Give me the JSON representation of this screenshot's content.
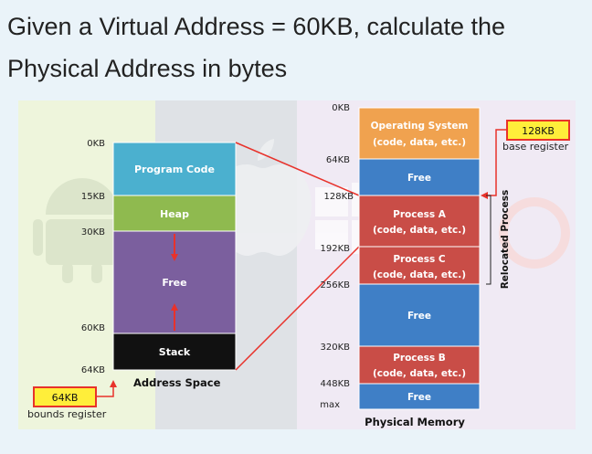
{
  "question": {
    "line1": "Given a Virtual Address = 60KB, calculate the",
    "line2": "Physical Address in bytes"
  },
  "address_space": {
    "caption": "Address Space",
    "blocks": [
      {
        "label": "Program Code",
        "color": "#4bb0cf"
      },
      {
        "label": "Heap",
        "color": "#8fba4f"
      },
      {
        "label": "Free",
        "color": "#7b5f9e"
      },
      {
        "label": "Stack",
        "color": "#111111"
      }
    ],
    "ticks": [
      "0KB",
      "15KB",
      "30KB",
      "60KB",
      "64KB"
    ]
  },
  "bounds_register": {
    "value": "64KB",
    "label": "bounds register"
  },
  "physical_memory": {
    "caption": "Physical Memory",
    "blocks": [
      {
        "line1": "Operating System",
        "line2": "(code, data, etc.)",
        "color": "#f0a24f"
      },
      {
        "line1": "Free",
        "line2": "",
        "color": "#3f7fc6"
      },
      {
        "line1": "Process A",
        "line2": "(code, data, etc.)",
        "color": "#c94d47"
      },
      {
        "line1": "Process C",
        "line2": "(code, data, etc.)",
        "color": "#c94d47"
      },
      {
        "line1": "Free",
        "line2": "",
        "color": "#3f7fc6"
      },
      {
        "line1": "Process B",
        "line2": "(code, data, etc.)",
        "color": "#c94d47"
      },
      {
        "line1": "Free",
        "line2": "",
        "color": "#3f7fc6"
      }
    ],
    "ticks": [
      "0KB",
      "64KB",
      "128KB",
      "192KB",
      "256KB",
      "320KB",
      "448KB",
      "max"
    ]
  },
  "base_register": {
    "value": "128KB",
    "label": "base register"
  },
  "relocated_label": "Relocated Process",
  "colors": {
    "arrow": "#e8322b",
    "register_fill": "#ffee3a",
    "register_border": "#e8322b"
  }
}
